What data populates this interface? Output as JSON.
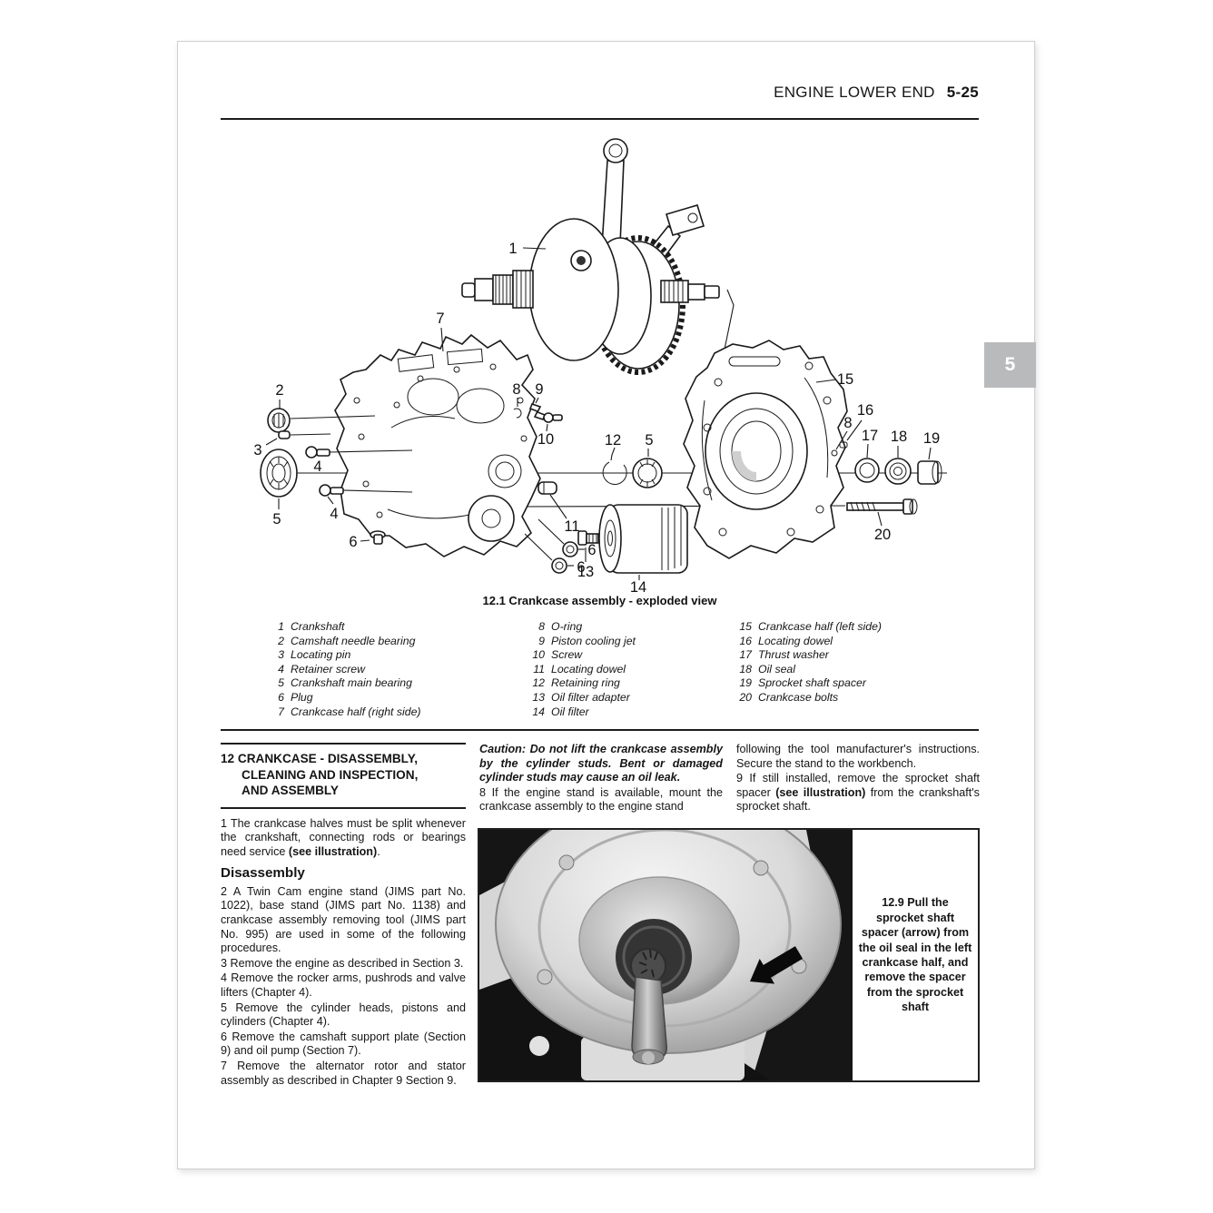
{
  "header": {
    "section_title": "ENGINE LOWER END",
    "page_number": "5-25"
  },
  "chapter_tab": "5",
  "diagram": {
    "caption": "12.1 Crankcase assembly - exploded view",
    "callouts": [
      "1",
      "7",
      "2",
      "3",
      "4",
      "5",
      "4",
      "6",
      "8",
      "9",
      "10",
      "11",
      "12",
      "5",
      "6",
      "6",
      "13",
      "14",
      "15",
      "8",
      "16",
      "17",
      "18",
      "19",
      "20"
    ],
    "parts_columns": [
      [
        {
          "num": "1",
          "name": "Crankshaft"
        },
        {
          "num": "2",
          "name": "Camshaft needle bearing"
        },
        {
          "num": "3",
          "name": "Locating pin"
        },
        {
          "num": "4",
          "name": "Retainer screw"
        },
        {
          "num": "5",
          "name": "Crankshaft main bearing"
        },
        {
          "num": "6",
          "name": "Plug"
        },
        {
          "num": "7",
          "name": "Crankcase half (right side)"
        }
      ],
      [
        {
          "num": "8",
          "name": "O-ring"
        },
        {
          "num": "9",
          "name": "Piston cooling jet"
        },
        {
          "num": "10",
          "name": "Screw"
        },
        {
          "num": "11",
          "name": "Locating dowel"
        },
        {
          "num": "12",
          "name": "Retaining ring"
        },
        {
          "num": "13",
          "name": "Oil filter adapter"
        },
        {
          "num": "14",
          "name": "Oil filter"
        }
      ],
      [
        {
          "num": "15",
          "name": "Crankcase half (left side)"
        },
        {
          "num": "16",
          "name": "Locating dowel"
        },
        {
          "num": "17",
          "name": "Thrust washer"
        },
        {
          "num": "18",
          "name": "Oil seal"
        },
        {
          "num": "19",
          "name": "Sprocket shaft spacer"
        },
        {
          "num": "20",
          "name": "Crankcase bolts"
        }
      ]
    ]
  },
  "article": {
    "section_heading": "12 CRANKCASE - DISASSEMBLY,\nCLEANING AND INSPECTION,\nAND ASSEMBLY",
    "para1_pre": "1 The crankcase halves must be split whenever the crankshaft, connecting rods or bearings need service ",
    "para1_bold": "(see illustration)",
    "para1_post": ".",
    "disassembly_heading": "Disassembly",
    "steps": [
      "2 A Twin Cam engine stand (JIMS part No. 1022), base stand (JIMS part No. 1138) and crankcase assembly removing tool (JIMS part No. 995) are used in some of the following procedures.",
      "3 Remove the engine as described in Section 3.",
      "4 Remove the rocker arms, pushrods and valve lifters (Chapter 4).",
      "5 Remove the cylinder heads, pistons and cylinders (Chapter 4).",
      "6 Remove the camshaft support plate (Section 9) and oil pump (Section 7).",
      "7 Remove the alternator rotor and stator assembly as described in Chapter 9 Section 9."
    ],
    "caution": "Caution: Do not lift the crankcase assembly by the cylinder studs. Bent or damaged cylinder studs may cause an oil leak.",
    "step8": "8 If the engine stand is available, mount the crankcase assembly to the engine stand",
    "col3_continuation": "following the tool manufacturer's instructions. Secure the stand to the workbench.",
    "step9_pre": "9 If still installed, remove the sprocket shaft spacer ",
    "step9_bold": "(see illustration)",
    "step9_post": " from the crankshaft's sprocket shaft."
  },
  "photo": {
    "caption": "12.9 Pull the sprocket shaft spacer (arrow) from the oil seal in the left crankcase half, and remove the spacer from the sprocket shaft"
  }
}
